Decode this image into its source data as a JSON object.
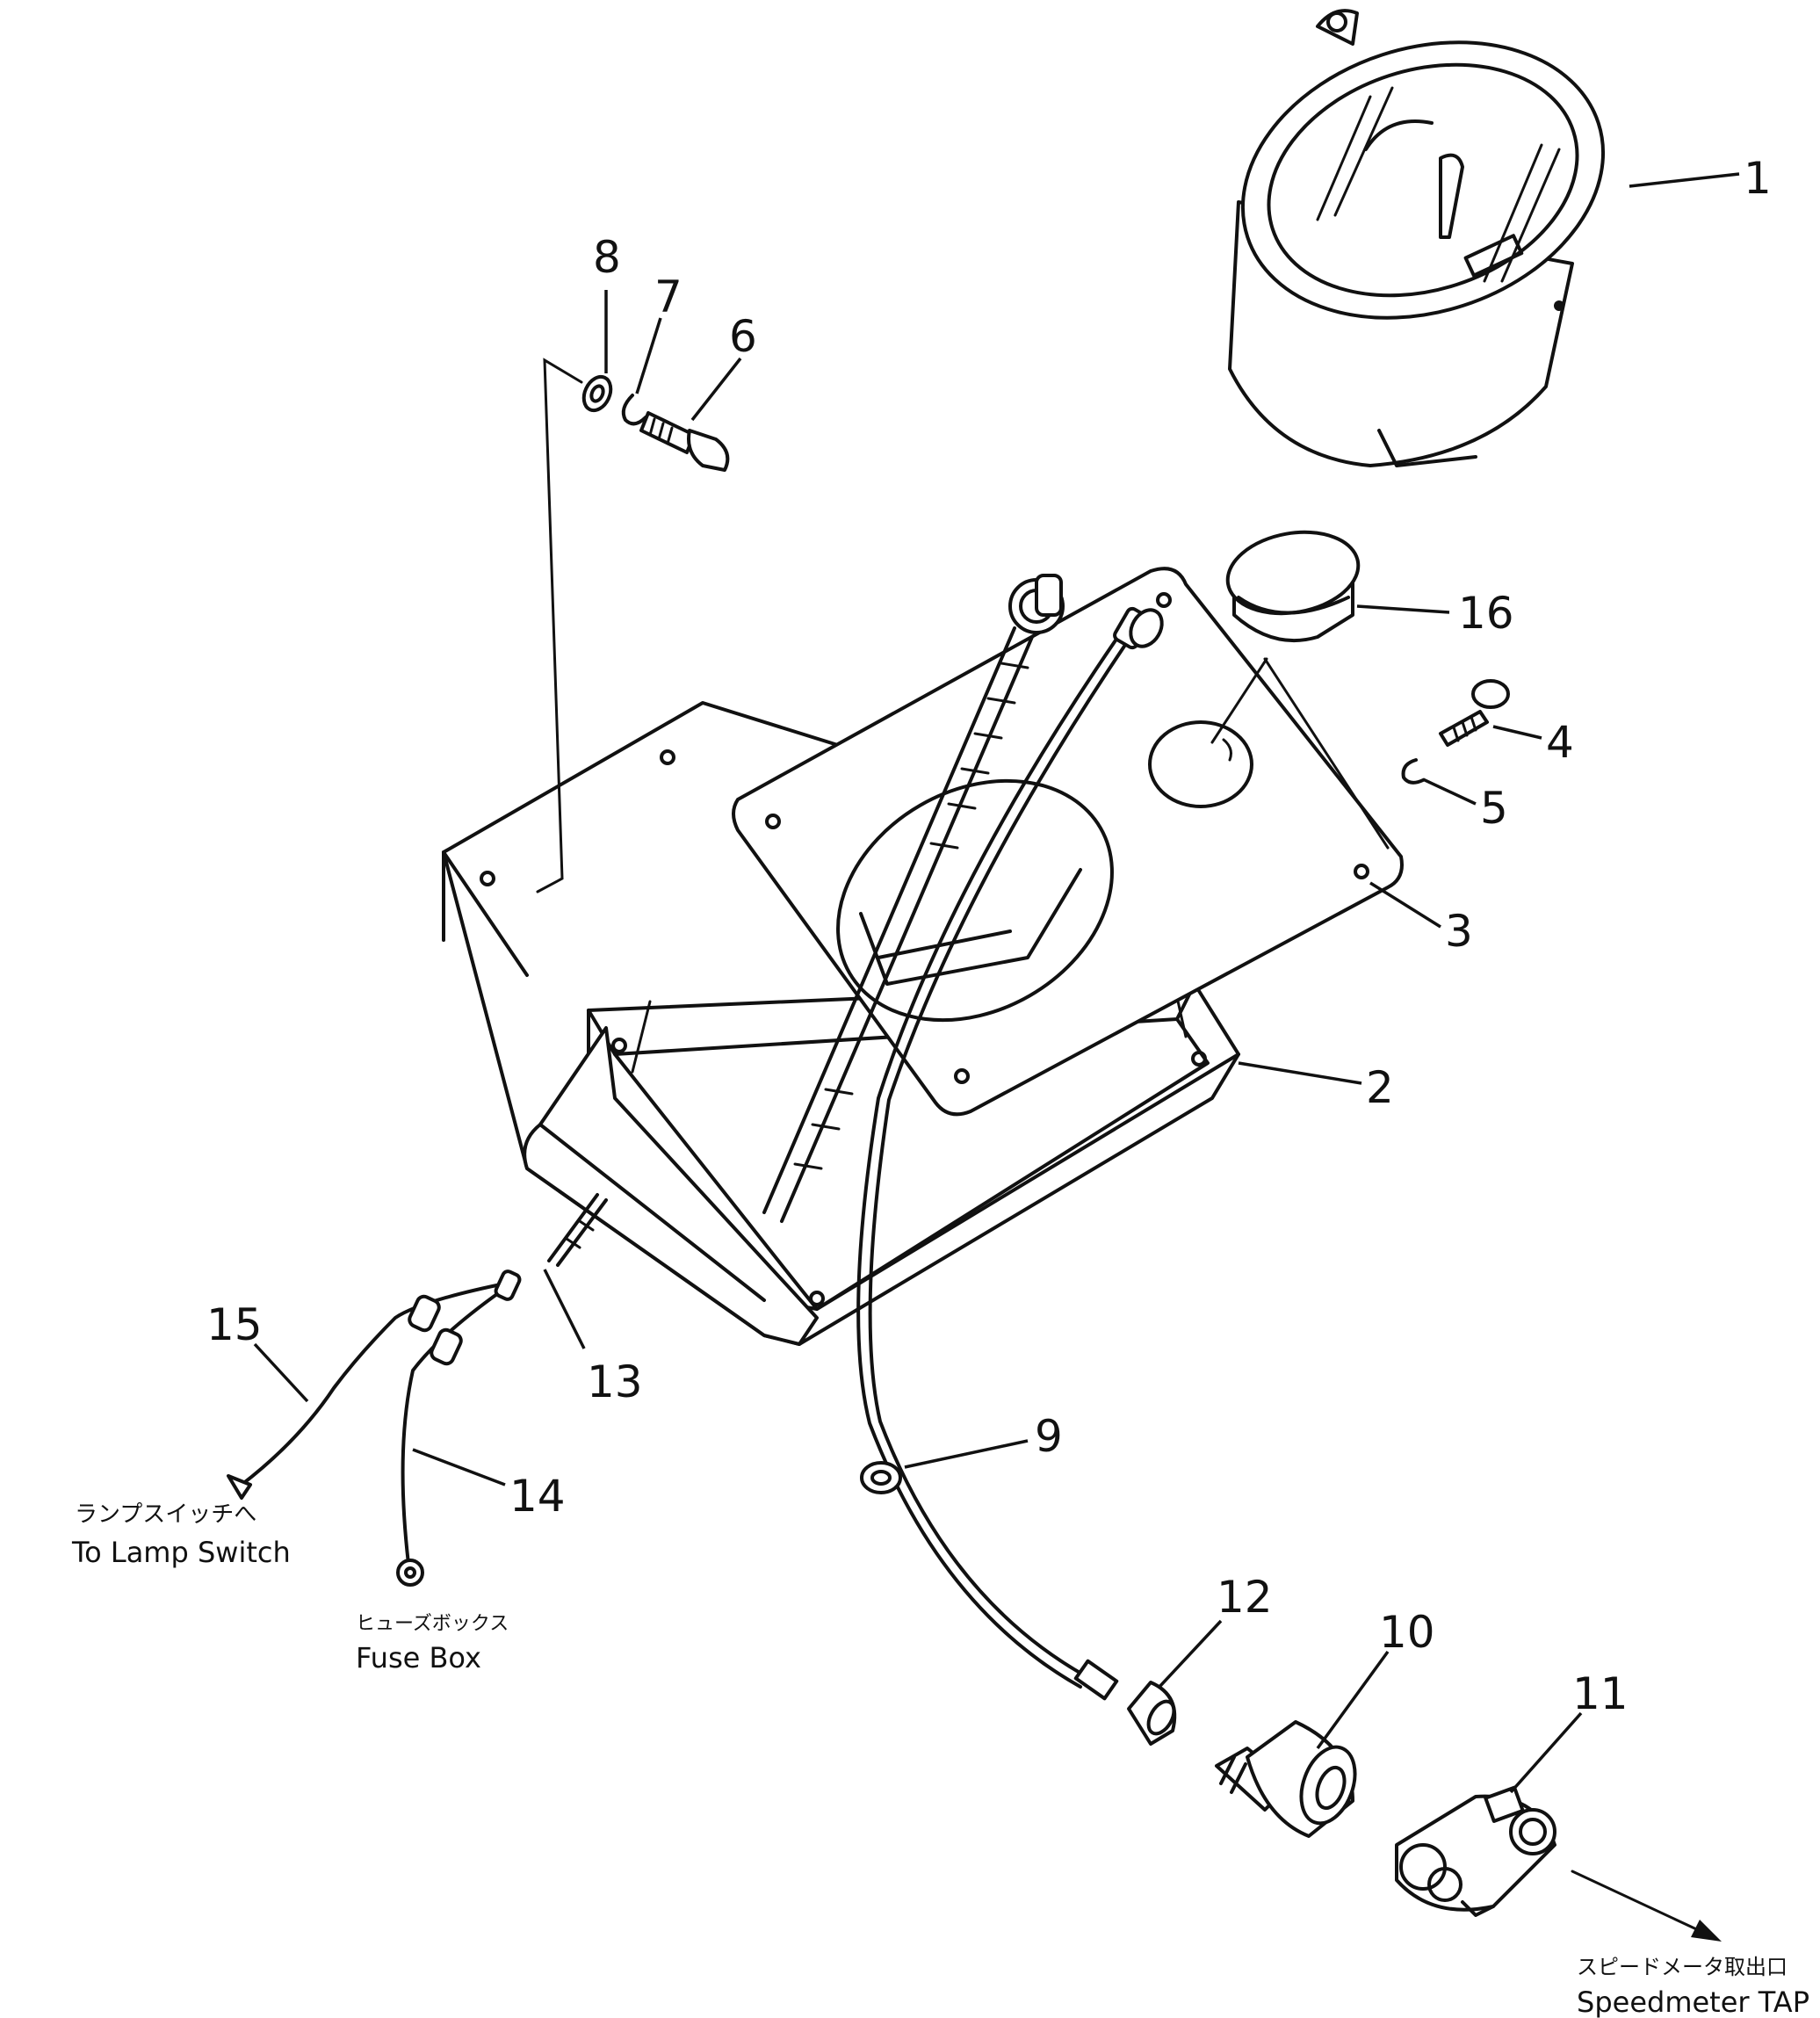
{
  "callouts": {
    "c1": "1",
    "c2": "2",
    "c3": "3",
    "c4": "4",
    "c5": "5",
    "c6": "6",
    "c7": "7",
    "c8": "8",
    "c9": "9",
    "c10": "10",
    "c11": "11",
    "c12": "12",
    "c13": "13",
    "c14": "14",
    "c15": "15",
    "c16": "16"
  },
  "captions": {
    "lamp_jp": "ランプスイッチへ",
    "lamp_en": "To Lamp Switch",
    "fuse_jp": "ヒューズボックス",
    "fuse_en": "Fuse Box",
    "tap_jp": "スピードメータ取出口",
    "tap_en": "Speedmeter TAP"
  }
}
